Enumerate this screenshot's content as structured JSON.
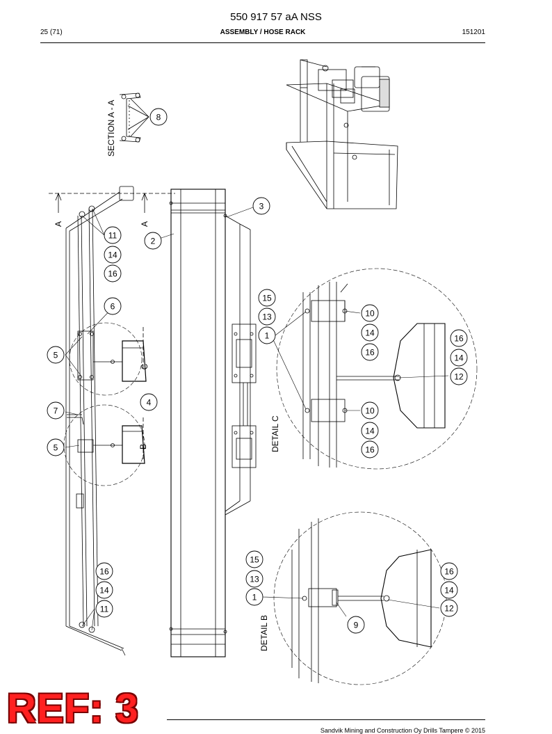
{
  "header": {
    "title": "550 917 57 aA NSS",
    "page": "25 (71)",
    "section": "ASSEMBLY / HOSE RACK",
    "date_code": "151201"
  },
  "drawing": {
    "view_labels": {
      "section_aa": "SECTION A - A",
      "detail_b": "DETAIL B",
      "detail_c": "DETAIL C",
      "arrow_a": "A",
      "marker_b": "B",
      "marker_c": "C"
    },
    "callouts": [
      {
        "n": "8"
      },
      {
        "n": "3"
      },
      {
        "n": "11"
      },
      {
        "n": "2"
      },
      {
        "n": "14"
      },
      {
        "n": "16"
      },
      {
        "n": "15"
      },
      {
        "n": "13"
      },
      {
        "n": "1"
      },
      {
        "n": "6"
      },
      {
        "n": "10"
      },
      {
        "n": "14"
      },
      {
        "n": "16"
      },
      {
        "n": "16"
      },
      {
        "n": "14"
      },
      {
        "n": "5"
      },
      {
        "n": "12"
      },
      {
        "n": "4"
      },
      {
        "n": "7"
      },
      {
        "n": "10"
      },
      {
        "n": "14"
      },
      {
        "n": "5"
      },
      {
        "n": "16"
      },
      {
        "n": "15"
      },
      {
        "n": "16"
      },
      {
        "n": "16"
      },
      {
        "n": "13"
      },
      {
        "n": "14"
      },
      {
        "n": "14"
      },
      {
        "n": "1"
      },
      {
        "n": "11"
      },
      {
        "n": "12"
      },
      {
        "n": "9"
      }
    ]
  },
  "stamp": {
    "text": "REF: 3",
    "color": "#ff2020"
  },
  "footer": {
    "copyright": "Sandvik Mining and Construction Oy Drills Tampere © 2015"
  }
}
